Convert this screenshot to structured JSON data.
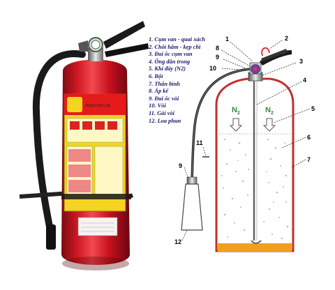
{
  "legend": {
    "items": [
      "1. Cụm van - quai xách",
      "2. Chốt hãm - kẹp chì",
      "3. Đai ốc cụm van",
      "4. Ống dẫn trong",
      "5. Khí đẩy (N2)",
      "6. Bột",
      "7. Thân bình",
      "8. Áp kế",
      "9. Đai ốc vòi",
      "10. Vòi",
      "11. Gài vòi",
      "12. Loa phun"
    ]
  },
  "callouts": [
    "1",
    "2",
    "3",
    "4",
    "5",
    "6",
    "7",
    "8",
    "9",
    "10",
    "11",
    "12"
  ],
  "gas_label": "N2",
  "gas_sub": "2",
  "gas_main": "N",
  "colors": {
    "extinguisher_red": "#c8102e",
    "cylinder_outline": "#c0302e",
    "powder_base": "#f0a020",
    "hose": "#2b2b2b"
  }
}
